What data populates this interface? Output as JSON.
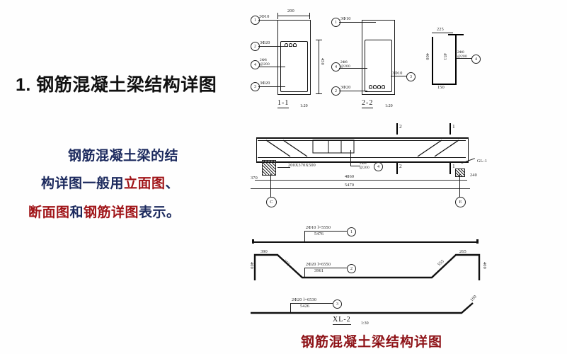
{
  "slide": {
    "title": "1. 钢筋混凝土梁结构详图",
    "body": {
      "line1": "钢筋混凝土梁的结",
      "line2_a": "构详图一般用",
      "line2_b": "立面图",
      "line2_c": "、",
      "line3_a": "断面图",
      "line3_b": "和",
      "line3_c": "钢筋详图",
      "line3_d": "表示。"
    },
    "caption": "钢筋混凝土梁结构详图",
    "colors": {
      "title": "#111111",
      "body": "#1c2a5e",
      "highlight": "#a01418",
      "caption": "#8e1318",
      "drawing": "#1a1a1a",
      "background": "#fefefe"
    }
  },
  "section_1_1": {
    "title": "1-1",
    "scale": "1:20",
    "width_dim": "200",
    "height_dim": "450",
    "callouts": [
      {
        "bubble": "1",
        "text": "2Φ10"
      },
      {
        "bubble": "2",
        "text": "3Φ20"
      },
      {
        "bubble": "4",
        "text": "2Φ8",
        "text2": "@200"
      },
      {
        "bubble": "3",
        "text": "3Φ20"
      }
    ]
  },
  "section_2_2": {
    "title": "2-2",
    "scale": "1:20",
    "callouts": [
      {
        "bubble": "1",
        "text": "3Φ10"
      },
      {
        "bubble": "4",
        "text": "2Φ8",
        "text2": "@200"
      },
      {
        "bubble": "2",
        "text": "3Φ20"
      },
      {
        "bubble": "3",
        "text": "3Φ10"
      }
    ]
  },
  "detail_3": {
    "top_dim": "225",
    "left_dim": "400",
    "inner_dim": "451",
    "bottom_dim": "150",
    "bubble": "4",
    "callout": "2Φ8",
    "callout2": "@200"
  },
  "elevation": {
    "beam_label": "200X370X500",
    "stirrup": "2Φ8",
    "stirrup_spacing": "@200",
    "stirrup_bubble": "4",
    "gl_label": "GL-1",
    "dim_left": "370",
    "dim_right": "240",
    "dim_inner": "4860",
    "dim_outer": "5470",
    "axis_left": "C",
    "axis_right": "E",
    "section_marks": [
      "2",
      "1",
      "2",
      "1"
    ]
  },
  "rebar_schedule": {
    "bar1": {
      "bubble": "1",
      "spec": "2Φ10   l=5550",
      "length": "5476"
    },
    "bar2": {
      "bubble": "2",
      "spec": "2Φ20   l=6550",
      "length": "3961",
      "left_top": "390",
      "left_diag": "565",
      "left_vert": "400",
      "right_top": "265",
      "right_diag": "555",
      "right_vert": "400"
    },
    "bar3": {
      "bubble": "3",
      "spec": "2Φ20   l=6530",
      "length": "5426",
      "right_hook": "100"
    },
    "drawing_title": "XL-2",
    "drawing_scale": "1:30"
  }
}
